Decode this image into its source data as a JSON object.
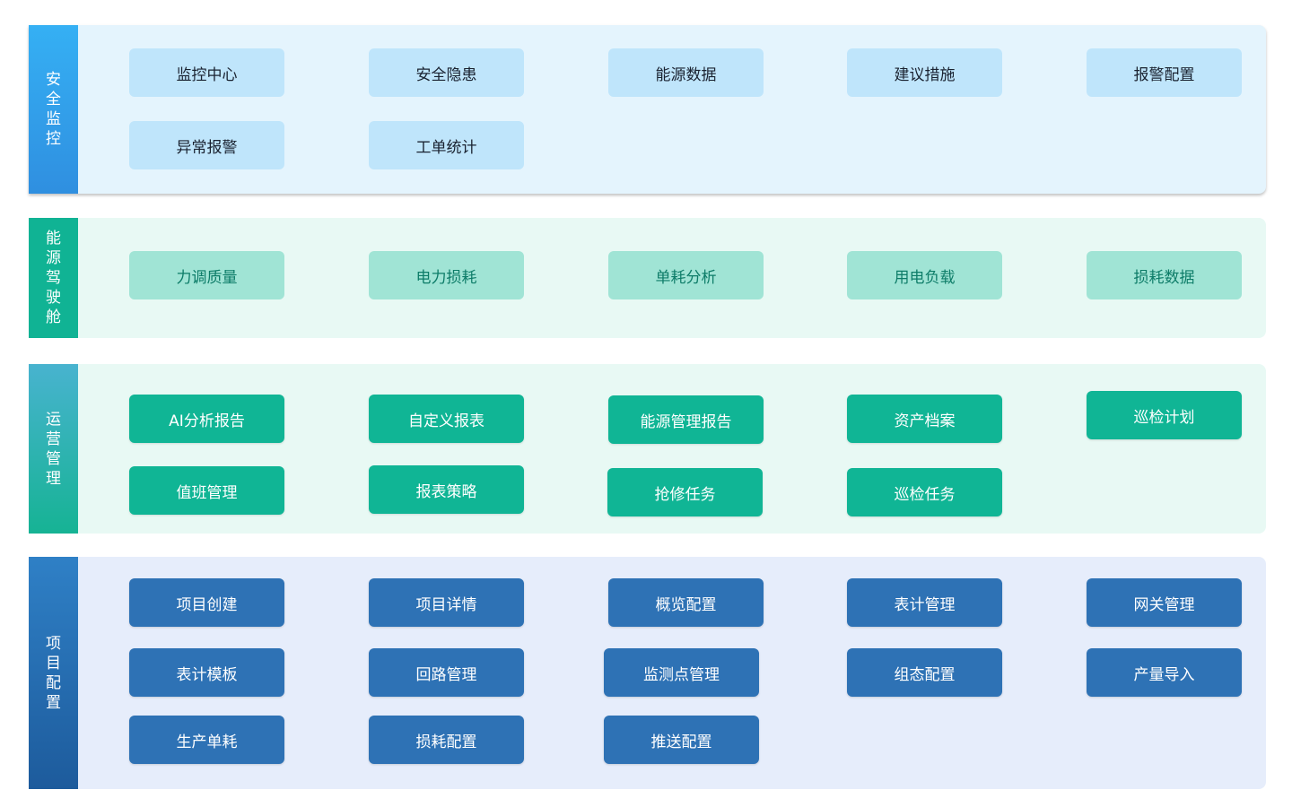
{
  "sections": [
    {
      "title_chars": [
        "安",
        "全",
        "监",
        "控"
      ],
      "items": [
        "监控中心",
        "安全隐患",
        "能源数据",
        "建议措施",
        "报警配置",
        "异常报警",
        "工单统计"
      ]
    },
    {
      "title_chars": [
        "能",
        "源",
        "驾",
        "驶",
        "舱"
      ],
      "items": [
        "力调质量",
        "电力损耗",
        "单耗分析",
        "用电负载",
        "损耗数据"
      ]
    },
    {
      "title_chars": [
        "运",
        "营",
        "管",
        "理"
      ],
      "items": [
        "AI分析报告",
        "自定义报表",
        "能源管理报告",
        "资产档案",
        "巡检计划",
        "值班管理",
        "报表策略",
        "抢修任务",
        "巡检任务"
      ]
    },
    {
      "title_chars": [
        "项",
        "目",
        "配",
        "置"
      ],
      "items": [
        "项目创建",
        "项目详情",
        "概览配置",
        "表计管理",
        "网关管理",
        "表计模板",
        "回路管理",
        "监测点管理",
        "组态配置",
        "产量导入",
        "生产单耗",
        "损耗配置",
        "推送配置"
      ]
    }
  ],
  "colors": {
    "monitor_side": "#2f9ee9",
    "cockpit_side": "#10b394",
    "operation_button": "#10b595",
    "project_button": "#2e72b5"
  }
}
